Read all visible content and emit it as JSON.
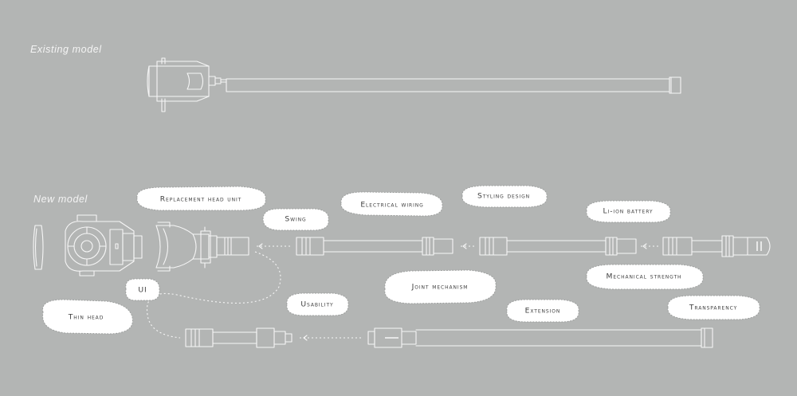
{
  "sections": {
    "existing": "Existing model",
    "new": "New model"
  },
  "labels": {
    "replacement_head_unit": "Replacement head unit",
    "swing": "Swing",
    "electrical_wiring": "Electrical wiring",
    "styling_design": "Styling design",
    "li_ion_battery": "Li-ion battery",
    "ui": "UI",
    "thin_head": "Thin head",
    "usability": "Usability",
    "joint_mechanism": "Joint mechanism",
    "extension": "Extension",
    "mechanical_strength": "Mechanical strength",
    "transparency": "Transparency"
  }
}
